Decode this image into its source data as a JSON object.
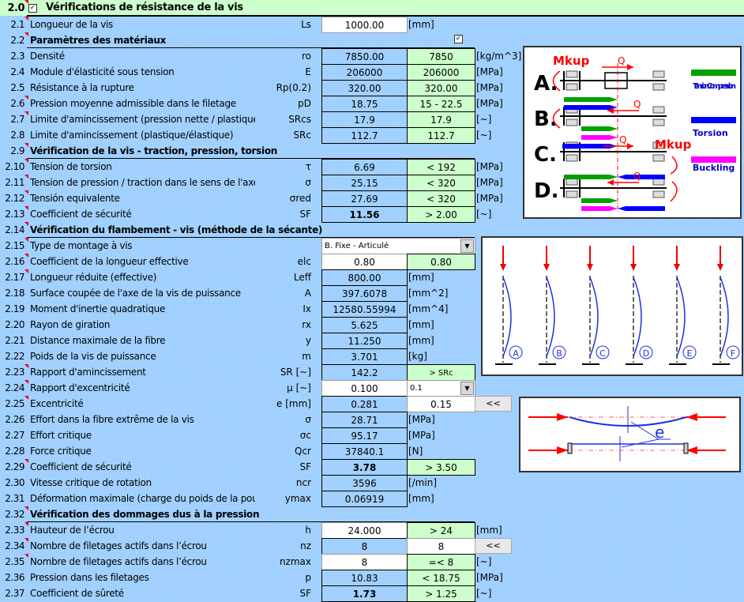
{
  "header": {
    "num": "2.0",
    "title": "Vérifications de résistance de la vis",
    "checked": true
  },
  "materials_checkbox": true,
  "rows": [
    {
      "num": "2.1",
      "label": "Longueur de la vis",
      "sym": "Ls",
      "v1": "1000.00",
      "v1s": "white",
      "unit": "[mm]",
      "uc": "u517",
      "flag": true
    },
    {
      "num": "2.2",
      "label": "Paramètres des matériaux",
      "section": true,
      "flag": true
    },
    {
      "num": "2.3",
      "label": "Densité",
      "sym": "ro",
      "v1": "7850.00",
      "v2": "7850",
      "unit": "[kg/m^3]"
    },
    {
      "num": "2.4",
      "label": "Module d'élasticité sous tension",
      "sym": "E",
      "v1": "206000",
      "v2": "206000",
      "unit": "[MPa]"
    },
    {
      "num": "2.5",
      "label": "Résistance à la rupture",
      "sym": "Rp(0.2)",
      "v1": "320.00",
      "v2": "320.00",
      "unit": "[MPa]"
    },
    {
      "num": "2.6",
      "label": "Pression moyenne admissible dans le filetage",
      "sym": "pD",
      "v1": "18.75",
      "v2": "15 - 22.5",
      "unit": "[MPa]",
      "flag": true
    },
    {
      "num": "2.7",
      "label": "Limite d'amincissement (pression nette / plastique",
      "sym": "SRcs",
      "v1": "17.9",
      "v2": "17.9",
      "unit": "[~]",
      "flag": true
    },
    {
      "num": "2.8",
      "label": "Limite d'amincissement (plastique/élastique)",
      "sym": "SRc",
      "v1": "112.7",
      "v2": "112.7",
      "unit": "[~]"
    },
    {
      "num": "2.9",
      "label": "Vérification de la vis - traction, pression, torsion",
      "section": true,
      "flag": true
    },
    {
      "num": "2.10",
      "label": "Tension de torsion",
      "sym": "τ",
      "v1": "6.69",
      "v2": "< 192",
      "unit": "[MPa]",
      "flag": true
    },
    {
      "num": "2.11",
      "label": "Tension de pression / traction dans le sens de l'axe",
      "sym": "σ",
      "v1": "25.15",
      "v2": "< 320",
      "unit": "[MPa]",
      "flag": true
    },
    {
      "num": "2.12",
      "label": "Tensión equivalente",
      "sym": "σred",
      "v1": "27.69",
      "v2": "< 320",
      "unit": "[MPa]",
      "flag": true
    },
    {
      "num": "2.13",
      "label": "Coefficient de sécurité",
      "sym": "SF",
      "v1": "11.56",
      "v1b": true,
      "v2": "> 2.00",
      "unit": "[~]",
      "flag": true
    },
    {
      "num": "2.14",
      "label": "Vérification du flambement - vis (méthode de la sécante)",
      "section": true,
      "flag": true
    },
    {
      "num": "2.15",
      "label": "Type de montage à vis",
      "dropdown": "B. Fixe - Articulé",
      "flag": true
    },
    {
      "num": "2.16",
      "label": "Coefficient de la longueur effective",
      "sym": "elc",
      "v1": "0.80",
      "v1s": "white",
      "v2": "0.80",
      "flag": true
    },
    {
      "num": "2.17",
      "label": "Longueur réduite (effective)",
      "sym": "Leff",
      "v1": "800.00",
      "unit": "[mm]",
      "uc": "u517",
      "flag": true
    },
    {
      "num": "2.18",
      "label": "Surface coupée de l'axe de la vis de puissance",
      "sym": "A",
      "v1": "397.6078",
      "unit": "[mm^2]",
      "uc": "u517"
    },
    {
      "num": "2.19",
      "label": "Moment d'inertie quadratique",
      "sym": "Ix",
      "v1": "12580.55994",
      "unit": "[mm^4]",
      "uc": "u517"
    },
    {
      "num": "2.20",
      "label": "Rayon de giration",
      "sym": "rx",
      "v1": "5.625",
      "unit": "[mm]",
      "uc": "u517"
    },
    {
      "num": "2.21",
      "label": "Distance maximale de la fibre",
      "sym": "y",
      "v1": "11.250",
      "unit": "[mm]",
      "uc": "u517"
    },
    {
      "num": "2.22",
      "label": "Poids de la vis de puissance",
      "sym": "m",
      "v1": "3.701",
      "unit": "[kg]",
      "uc": "u517"
    },
    {
      "num": "2.23",
      "label": "Rapport d'amincissement",
      "sym": "SR [~]",
      "v1": "142.2",
      "v2": "> SRc",
      "v2small": true,
      "flag": true
    },
    {
      "num": "2.24",
      "label": "Rapport d'excentricité",
      "sym": "μ [~]",
      "v1": "0.100",
      "v1s": "white",
      "dd2": "0.1",
      "flag": true
    },
    {
      "num": "2.25",
      "label": "Excentricité",
      "sym": "e [mm]",
      "v1": "0.281",
      "v2": "0.15",
      "v2s": "white",
      "button": "<<",
      "flag": true
    },
    {
      "num": "2.26",
      "label": "Effort dans la fibre extrême de la vis",
      "sym": "σ",
      "v1": "28.71",
      "unit": "[MPa]",
      "uc": "u517"
    },
    {
      "num": "2.27",
      "label": "Effort critique",
      "sym": "σc",
      "v1": "95.17",
      "unit": "[MPa]",
      "uc": "u517"
    },
    {
      "num": "2.28",
      "label": "Force critique",
      "sym": "Qcr",
      "v1": "37840.1",
      "unit": "[N]",
      "uc": "u517"
    },
    {
      "num": "2.29",
      "label": "Coefficient de sécurité",
      "sym": "SF",
      "v1": "3.78",
      "v1b": true,
      "v2": "> 3.50",
      "flag": true
    },
    {
      "num": "2.30",
      "label": "Vitesse critique de rotation",
      "sym": "ncr",
      "v1": "3596",
      "unit": "[/min]",
      "uc": "u517"
    },
    {
      "num": "2.31",
      "label": "Déformation maximale (charge du poids de la poutre)",
      "sym": "ymax",
      "v1": "0.06919",
      "unit": "[mm]",
      "uc": "u517"
    },
    {
      "num": "2.32",
      "label": "Vérification des dommages dus à la pression",
      "section": true,
      "flag": true
    },
    {
      "num": "2.33",
      "label": "Hauteur de l’écrou",
      "sym": "h",
      "v1": "24.000",
      "v1s": "white",
      "v2": "> 24",
      "unit": "[mm]",
      "flag": true
    },
    {
      "num": "2.34",
      "label": "Nombre de filetages actifs dans l’écrou",
      "sym": "nz",
      "v1": "8",
      "v2": "8",
      "v2s": "white",
      "button": "<<",
      "flag": true
    },
    {
      "num": "2.35",
      "label": "Nombre de filetages actifs dans l’écrou",
      "sym": "nzmax",
      "v1": "8",
      "v1s": "white",
      "v2": "=< 8",
      "unit": "[~]",
      "flag": true
    },
    {
      "num": "2.36",
      "label": "Pression dans les filetages",
      "sym": "p",
      "v1": "10.83",
      "v2": "< 18.75",
      "unit": "[MPa]"
    },
    {
      "num": "2.37",
      "label": "Coefficient de sûreté",
      "sym": "SF",
      "v1": "1.73",
      "v1b": true,
      "v2": "> 1.25",
      "unit": "[~]"
    }
  ],
  "diagram_loads": {
    "cases": [
      "A.",
      "B.",
      "C.",
      "D."
    ],
    "force": "Q",
    "moment": "Mkup",
    "legend": [
      "Tension Compression",
      "Torsion",
      "Buckling"
    ],
    "colors": {
      "tension": "#00a000",
      "torsion": "#0000ff",
      "buckling": "#ff00ff",
      "load": "#ff0000"
    }
  },
  "diagram_buckling": {
    "cases": [
      "A",
      "B",
      "C",
      "D",
      "E",
      "F"
    ]
  },
  "diagram_eccentricity": {
    "label": "e"
  }
}
